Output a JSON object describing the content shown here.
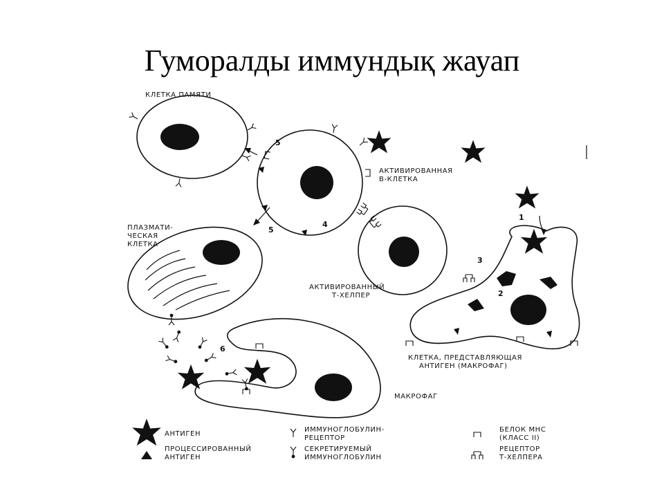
{
  "title": "Гуморалды иммундық жауап",
  "labels": {
    "memory_cell": "КЛЕТКА ПАМЯТИ",
    "activated_b_line1": "АКТИВИРОВАННАЯ",
    "activated_b_line2": "В-КЛЕТКА",
    "plasma_line1": "ПЛАЗМАТИ-",
    "plasma_line2": "ЧЕСКАЯ",
    "plasma_line3": "КЛЕТКА",
    "activated_t_line1": "АКТИВИРОВАННЫЙ",
    "activated_t_line2": "Т-ХЕЛПЕР",
    "apc_line1": "КЛЕТКА, ПРЕДСТАВЛЯЮЩАЯ",
    "apc_line2": "АНТИГЕН (МАКРОФАГ)",
    "macrophage": "МАКРОФАГ"
  },
  "steps": [
    "1",
    "2",
    "3",
    "4",
    "5",
    "5",
    "6"
  ],
  "legend": {
    "antigen": "АНТИГЕН",
    "processed_line1": "ПРОЦЕССИРОВАННЫЙ",
    "processed_line2": "АНТИГЕН",
    "ig_receptor_line1": "ИММУНОГЛОБУЛИН-",
    "ig_receptor_line2": "РЕЦЕПТОР",
    "secreted_line1": "СЕКРЕТИРУЕМЫЙ",
    "secreted_line2": "ИММУНОГЛОБУЛИН",
    "mhc_line1": "БЕЛОК МНС",
    "mhc_line2": "(КЛАСС II)",
    "th_receptor_line1": "РЕЦЕПТОР",
    "th_receptor_line2": "Т-ХЕЛПЕРА"
  }
}
